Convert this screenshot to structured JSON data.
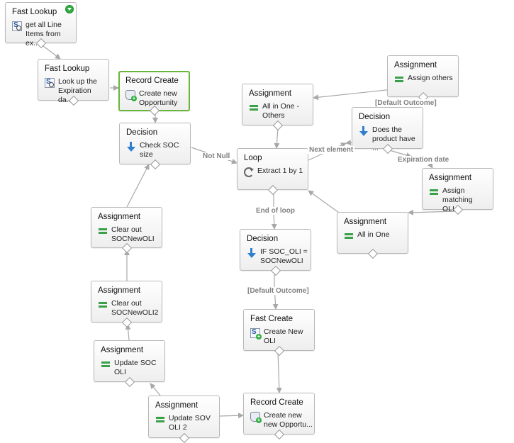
{
  "flow": {
    "nodes": [
      {
        "id": "n1",
        "type": "Fast Lookup",
        "label": "get all Line\nItems from ex...",
        "icon": "fast-lookup-icon",
        "start": true
      },
      {
        "id": "n2",
        "type": "Fast Lookup",
        "label": "Look up the\nExpiration da...",
        "icon": "fast-lookup-icon"
      },
      {
        "id": "n3",
        "type": "Record Create",
        "label": "Create new\nOpportunity",
        "icon": "record-create-icon",
        "selected": true
      },
      {
        "id": "n4",
        "type": "Decision",
        "label": "Check SOC\nsize",
        "icon": "decision-icon"
      },
      {
        "id": "n5",
        "type": "Assignment",
        "label": "Clear out\nSOCNewOLI",
        "icon": "assignment-icon"
      },
      {
        "id": "n6",
        "type": "Assignment",
        "label": "Clear out\nSOCNewOLI2",
        "icon": "assignment-icon"
      },
      {
        "id": "n7",
        "type": "Assignment",
        "label": "Update SOC\nOLI",
        "icon": "assignment-icon"
      },
      {
        "id": "n8",
        "type": "Assignment",
        "label": "Update SOV\nOLI 2",
        "icon": "assignment-icon"
      },
      {
        "id": "n9",
        "type": "Assignment",
        "label": "All in One -\nOthers",
        "icon": "assignment-icon"
      },
      {
        "id": "n10",
        "type": "Loop",
        "label": "Extract 1 by 1",
        "icon": "loop-icon"
      },
      {
        "id": "n11",
        "type": "Decision",
        "label": "IF SOC_OLI =\nSOCNewOLI",
        "icon": "decision-icon"
      },
      {
        "id": "n12",
        "type": "Fast Create",
        "label": "Create New\nOLI",
        "icon": "fast-create-icon"
      },
      {
        "id": "n13",
        "type": "Record Create",
        "label": "Create new\nnew Opportu...",
        "icon": "record-create-icon"
      },
      {
        "id": "n14",
        "type": "Assignment",
        "label": "Assign others",
        "icon": "assignment-icon"
      },
      {
        "id": "n15",
        "type": "Decision",
        "label": "Does the\nproduct have ...",
        "icon": "decision-icon"
      },
      {
        "id": "n16",
        "type": "Assignment",
        "label": "Assign\nmatching OLI...",
        "icon": "assignment-icon"
      },
      {
        "id": "n17",
        "type": "Assignment",
        "label": "All in One",
        "icon": "assignment-icon"
      }
    ],
    "edge_labels": [
      {
        "id": "e-notnull",
        "text": "Not Null"
      },
      {
        "id": "e-nextelement",
        "text": "Next element"
      },
      {
        "id": "e-endofloop",
        "text": "End of loop"
      },
      {
        "id": "e-default1",
        "text": "[Default Outcome]"
      },
      {
        "id": "e-default2",
        "text": "[Default Outcome]"
      },
      {
        "id": "e-expiration",
        "text": "Expiration date"
      }
    ],
    "colors": {
      "selected_border": "#6ab63c",
      "edge": "#a8a8a8",
      "edge_label": "#808080",
      "assignment_icon": "#3aa148",
      "decision_icon": "#2f7fd0",
      "start_badge": "#2fae3f"
    }
  }
}
